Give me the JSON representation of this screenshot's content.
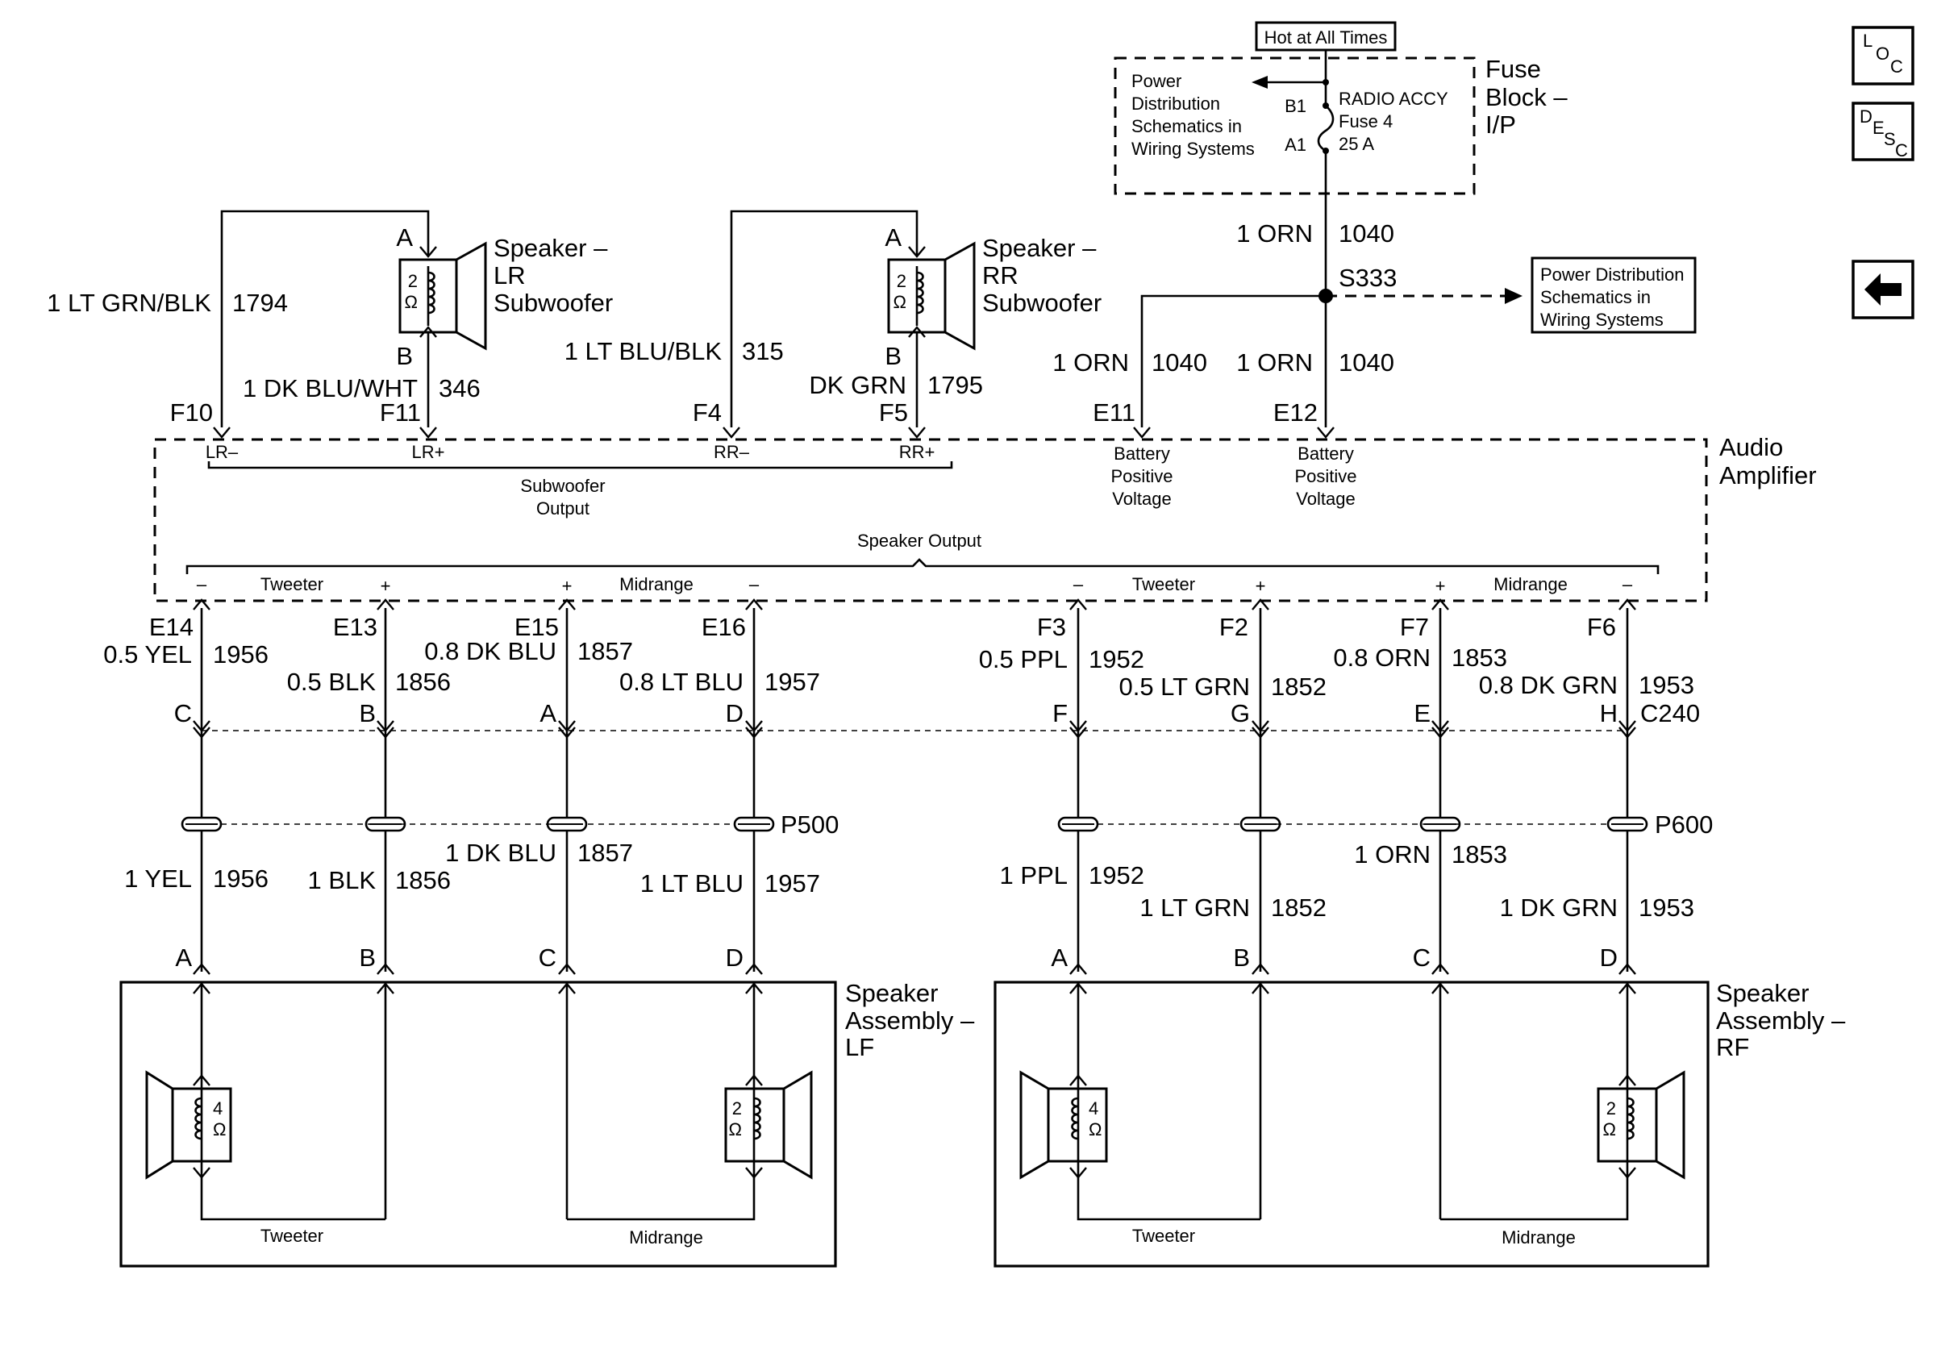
{
  "fuse_block": {
    "hot_label": "Hot at All Times",
    "name_lines": [
      "Fuse",
      "Block –",
      "I/P"
    ],
    "pd_lines": [
      "Power",
      "Distribution",
      "Schematics in",
      "Wiring Systems"
    ],
    "pin_b1": "B1",
    "pin_a1": "A1",
    "fuse_lines": [
      "RADIO ACCY",
      "Fuse 4",
      "25 A"
    ]
  },
  "power_feed": {
    "wire_top": "1 ORN",
    "circuit_top": "1040",
    "splice": "S333",
    "pd2_lines": [
      "Power Distribution",
      "Schematics in",
      "Wiring Systems"
    ],
    "wire_e11": "1 ORN",
    "circuit_e11": "1040",
    "wire_e12": "1 ORN",
    "circuit_e12": "1040",
    "conn_e11": "E11",
    "conn_e12": "E12",
    "batt_lines": [
      "Battery",
      "Positive",
      "Voltage"
    ]
  },
  "subwoofers": {
    "lr": {
      "name_lines": [
        "Speaker –",
        "LR",
        "Subwoofer"
      ],
      "pin_a": "A",
      "pin_b": "B",
      "ohms": "2",
      "ohm_sym": "Ω",
      "wire_a": "1 LT GRN/BLK",
      "circuit_a": "1794",
      "wire_b": "1 DK BLU/WHT",
      "circuit_b": "346",
      "conn_a": "F10",
      "conn_b": "F11",
      "term_a": "LR–",
      "term_b": "LR+"
    },
    "rr": {
      "name_lines": [
        "Speaker –",
        "RR",
        "Subwoofer"
      ],
      "pin_a": "A",
      "pin_b": "B",
      "ohms": "2",
      "ohm_sym": "Ω",
      "wire_a": "1 LT BLU/BLK",
      "circuit_a": "315",
      "wire_b": "DK GRN",
      "circuit_b": "1795",
      "conn_a": "F4",
      "conn_b": "F5",
      "term_a": "RR–",
      "term_b": "RR+"
    },
    "group_lines": [
      "Subwoofer",
      "Output"
    ]
  },
  "amplifier": {
    "name_lines": [
      "Audio",
      "Amplifier"
    ],
    "speaker_output": "Speaker Output",
    "tweeter": "Tweeter",
    "midrange": "Midrange",
    "minus": "–",
    "plus": "+"
  },
  "left_channels": [
    {
      "amp_pin": "E14",
      "wire1": "0.5 YEL",
      "circuit": "1956",
      "c240_pin": "C",
      "wire2": "1 YEL",
      "spk_pin": "A"
    },
    {
      "amp_pin": "E13",
      "wire1": "0.5 BLK",
      "circuit": "1856",
      "c240_pin": "B",
      "wire2": "1 BLK",
      "spk_pin": "B"
    },
    {
      "amp_pin": "E15",
      "wire1": "0.8 DK BLU",
      "circuit": "1857",
      "c240_pin": "A",
      "wire2": "1 DK BLU",
      "spk_pin": "C"
    },
    {
      "amp_pin": "E16",
      "wire1": "0.8 LT BLU",
      "circuit": "1957",
      "c240_pin": "D",
      "wire2": "1 LT BLU",
      "spk_pin": "D"
    }
  ],
  "right_channels": [
    {
      "amp_pin": "F3",
      "wire1": "0.5 PPL",
      "circuit": "1952",
      "c240_pin": "F",
      "wire2": "1 PPL",
      "spk_pin": "A"
    },
    {
      "amp_pin": "F2",
      "wire1": "0.5 LT GRN",
      "circuit": "1852",
      "c240_pin": "G",
      "wire2": "1 LT GRN",
      "spk_pin": "B"
    },
    {
      "amp_pin": "F7",
      "wire1": "0.8 ORN",
      "circuit": "1853",
      "c240_pin": "E",
      "wire2": "1 ORN",
      "spk_pin": "C"
    },
    {
      "amp_pin": "F6",
      "wire1": "0.8 DK GRN",
      "circuit": "1953",
      "c240_pin": "H",
      "wire2": "1 DK GRN",
      "spk_pin": "D"
    }
  ],
  "connectors": {
    "c240": "C240",
    "p500": "P500",
    "p600": "P600"
  },
  "speaker_assemblies": {
    "lf": {
      "name_lines": [
        "Speaker",
        "Assembly –",
        "LF"
      ],
      "tweeter": "Tweeter",
      "midrange": "Midrange",
      "tweeter_ohms": "4",
      "midrange_ohms": "2",
      "ohm_sym": "Ω"
    },
    "rf": {
      "name_lines": [
        "Speaker",
        "Assembly –",
        "RF"
      ],
      "tweeter": "Tweeter",
      "midrange": "Midrange",
      "tweeter_ohms": "4",
      "midrange_ohms": "2",
      "ohm_sym": "Ω"
    }
  },
  "side_buttons": {
    "loc": [
      "L",
      "O",
      "C"
    ],
    "desc": [
      "D",
      "E",
      "S",
      "C"
    ],
    "back_icon": "arrow-left-icon"
  }
}
